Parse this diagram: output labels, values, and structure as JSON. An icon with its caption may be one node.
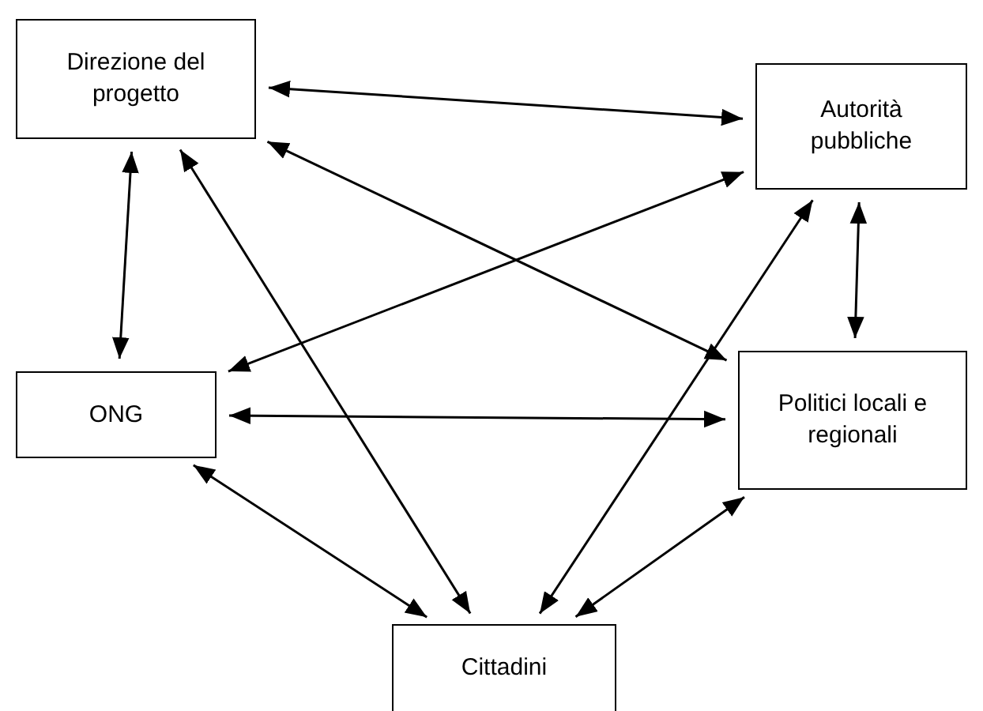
{
  "diagram": {
    "nodes": [
      {
        "text": [
          "Direzione del progetto"
        ]
      },
      {
        "text": [
          "Autorità pubbliche"
        ]
      },
      {
        "text": [
          "ONG"
        ]
      },
      {
        "text": [
          "Politici locali e regionali"
        ]
      },
      {
        "text": [
          "Cittadini"
        ]
      }
    ],
    "edges": [
      {
        "from": 0,
        "to": 1,
        "arrow": "both"
      },
      {
        "from": 0,
        "to": 2,
        "arrow": "both"
      },
      {
        "from": 1,
        "to": 3,
        "arrow": "both"
      },
      {
        "from": 1,
        "to": 2,
        "arrow": "both"
      },
      {
        "from": 0,
        "to": 3,
        "arrow": "both"
      },
      {
        "from": 2,
        "to": 3,
        "arrow": "both"
      },
      {
        "from": 0,
        "to": 4,
        "arrow": "both"
      },
      {
        "from": 1,
        "to": 4,
        "arrow": "both"
      },
      {
        "from": 2,
        "to": 4,
        "arrow": "both"
      },
      {
        "from": 3,
        "to": 4,
        "arrow": "both"
      }
    ]
  }
}
